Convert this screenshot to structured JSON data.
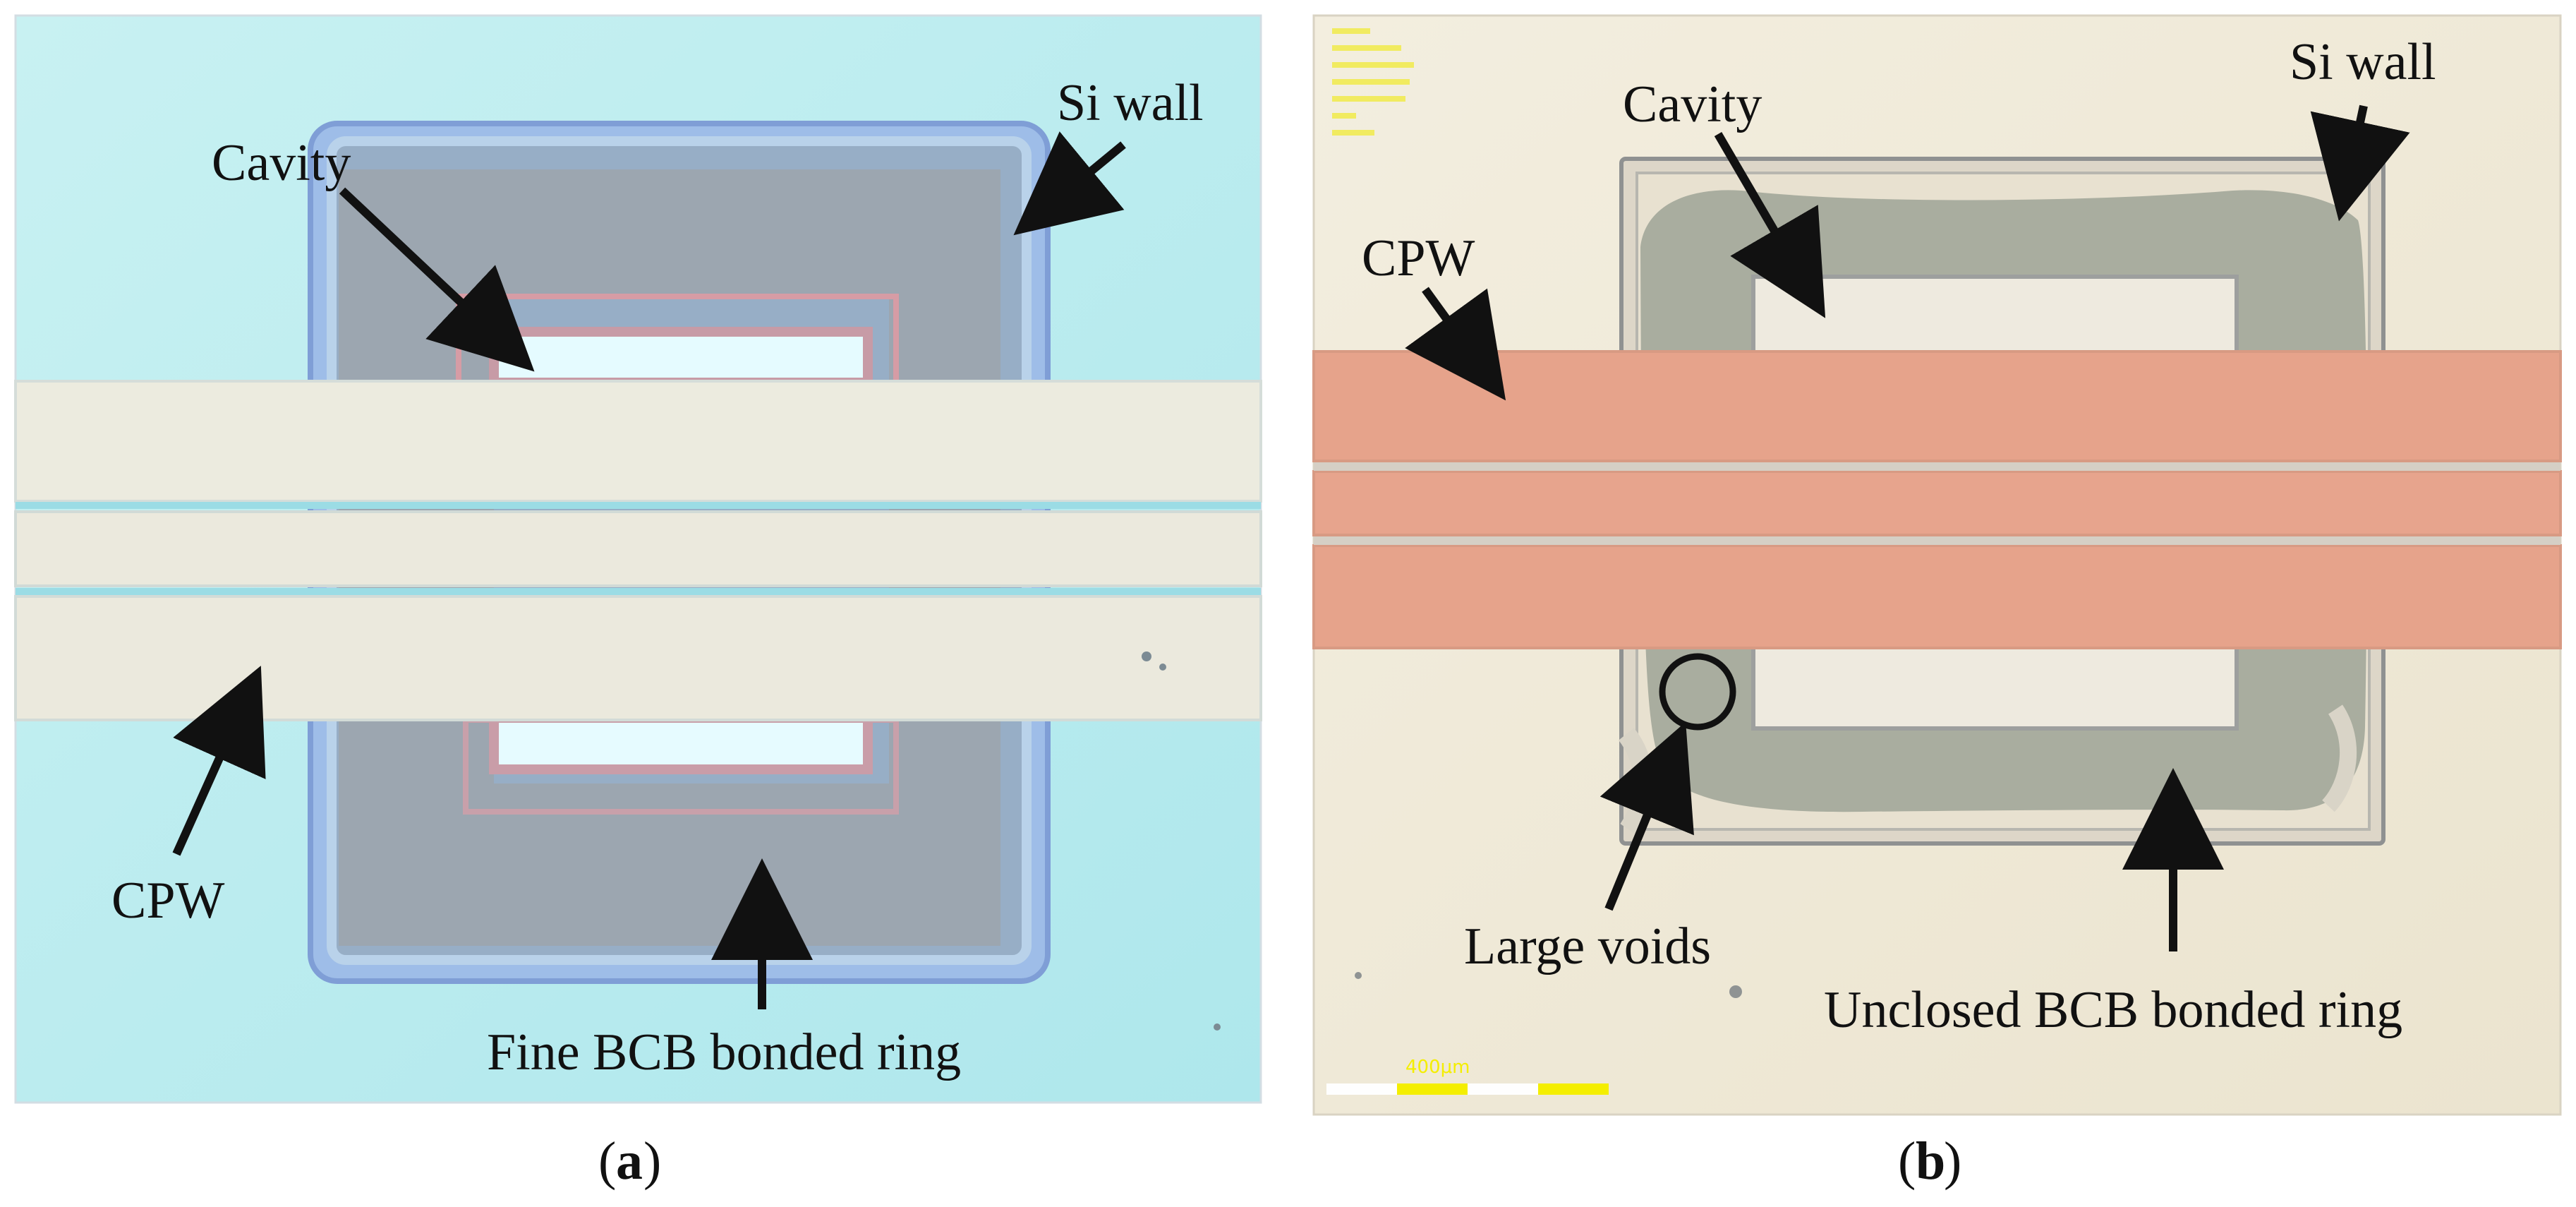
{
  "panels": {
    "a": {
      "caption_letter": "a",
      "labels": {
        "cavity": "Cavity",
        "si_wall": "Si wall",
        "cpw": "CPW",
        "ring": "Fine BCB bonded ring"
      }
    },
    "b": {
      "caption_letter": "b",
      "labels": {
        "cavity": "Cavity",
        "si_wall": "Si wall",
        "cpw": "CPW",
        "voids": "Large voids",
        "ring": "Unclosed BCB bonded ring"
      },
      "scale_bar": "400μm"
    }
  },
  "caption": {
    "open_paren": "(",
    "close_paren": ")"
  },
  "colors": {
    "panel_a_background": "#b9ecef",
    "panel_b_background": "#efe9d7",
    "cpw_a": "#eceadd",
    "cpw_b": "#e6a38b",
    "ring_a": "#9daab7",
    "ring_b": "#a6ab9f"
  }
}
